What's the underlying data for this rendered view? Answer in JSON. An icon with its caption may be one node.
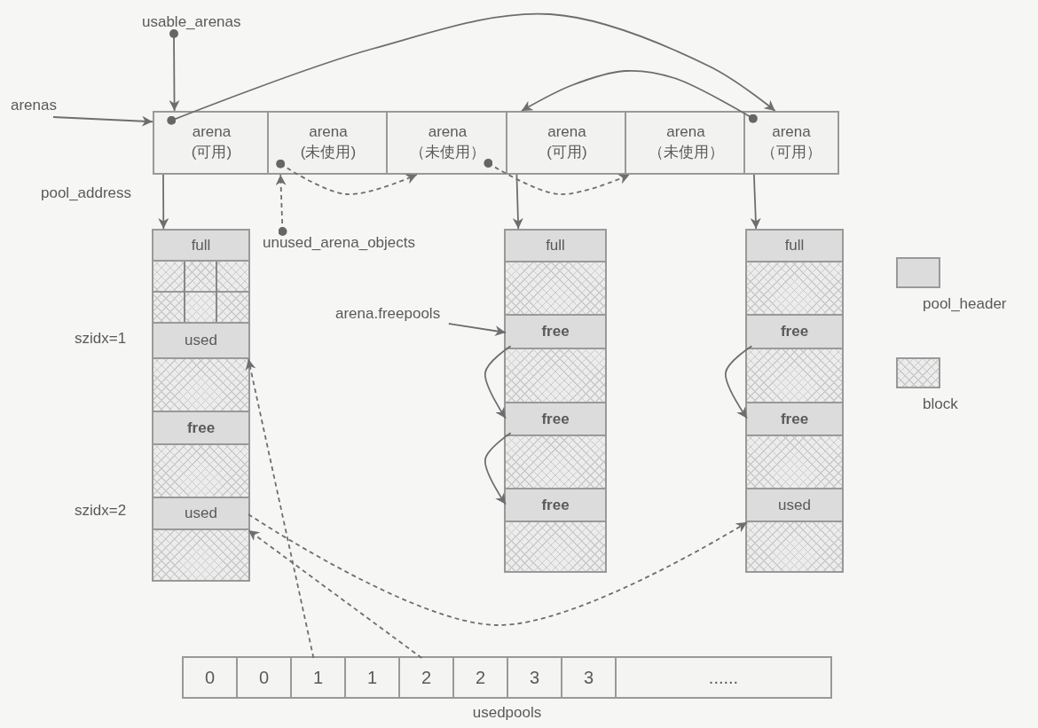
{
  "diagram": {
    "nodes": [
      {
        "text": [
          "usable_arenas"
        ]
      },
      {
        "text": [
          "arenas"
        ]
      },
      {
        "text": [
          "arena (可用)"
        ]
      },
      {
        "text": [
          "arena (未使用)"
        ]
      },
      {
        "text": [
          "arena （未使用）"
        ]
      },
      {
        "text": [
          "arena (可用)"
        ]
      },
      {
        "text": [
          "arena （未使用）"
        ]
      },
      {
        "text": [
          "arena （可用）"
        ]
      },
      {
        "text": [
          "unused_arena_objects"
        ]
      },
      {
        "text": [
          "arena.freepools"
        ]
      },
      {
        "text": [],
        "shape": "box"
      },
      {
        "text": [
          "full"
        ],
        "in": 10
      },
      {
        "text": [],
        "shape": "box",
        "in": 10
      },
      {
        "text": [
          "used"
        ],
        "in": 10,
        "beside": [
          "szidx=1"
        ]
      },
      {
        "text": [],
        "shape": "box",
        "in": 10
      },
      {
        "text": [
          "free"
        ],
        "in": 10
      },
      {
        "text": [],
        "shape": "box",
        "in": 10
      },
      {
        "text": [
          "used"
        ],
        "in": 10,
        "beside": [
          "szidx=2"
        ]
      },
      {
        "text": [],
        "shape": "box",
        "in": 10
      },
      {
        "text": [],
        "shape": "box"
      },
      {
        "text": [
          "full"
        ],
        "in": 19
      },
      {
        "text": [],
        "shape": "box",
        "in": 19
      },
      {
        "text": [
          "free"
        ],
        "in": 19
      },
      {
        "text": [],
        "shape": "box",
        "in": 19
      },
      {
        "text": [
          "free"
        ],
        "in": 19
      },
      {
        "text": [],
        "shape": "box",
        "in": 19
      },
      {
        "text": [
          "free"
        ],
        "in": 19
      },
      {
        "text": [],
        "shape": "box",
        "in": 19
      },
      {
        "text": [],
        "shape": "box"
      },
      {
        "text": [
          "full"
        ],
        "in": 28
      },
      {
        "text": [],
        "shape": "box",
        "in": 28
      },
      {
        "text": [
          "free"
        ],
        "in": 28
      },
      {
        "text": [],
        "shape": "box",
        "in": 28
      },
      {
        "text": [
          "free"
        ],
        "in": 28
      },
      {
        "text": [],
        "shape": "box",
        "in": 28
      },
      {
        "text": [
          "used"
        ],
        "in": 28
      },
      {
        "text": [],
        "shape": "box",
        "in": 28
      },
      {
        "text": [
          "usedpools"
        ]
      },
      {
        "text": [
          "0"
        ],
        "in": 37
      },
      {
        "text": [
          "0"
        ],
        "in": 37
      },
      {
        "text": [
          "1"
        ],
        "in": 37
      },
      {
        "text": [
          "1"
        ],
        "in": 37
      },
      {
        "text": [
          "2"
        ],
        "in": 37
      },
      {
        "text": [
          "2"
        ],
        "in": 37
      },
      {
        "text": [
          "3"
        ],
        "in": 37
      },
      {
        "text": [
          "3"
        ],
        "in": 37
      },
      {
        "text": [
          "......"
        ],
        "in": 37
      }
    ],
    "edges": [
      {
        "from": 0,
        "to": 2,
        "arrow": "to"
      },
      {
        "from": 1,
        "to": 2,
        "arrow": "to"
      },
      {
        "from": 2,
        "to": 7,
        "arrow": "to"
      },
      {
        "from": 7,
        "to": 5,
        "arrow": "to"
      },
      {
        "from": 3,
        "to": 4,
        "arrow": "to",
        "style": "dashed"
      },
      {
        "from": 4,
        "to": 6,
        "arrow": "to",
        "style": "dashed"
      },
      {
        "from": 8,
        "to": 3,
        "arrow": "to",
        "style": "dashed"
      },
      {
        "from": 2,
        "to": 10,
        "arrow": "to",
        "label": "pool_address"
      },
      {
        "from": 5,
        "to": 19,
        "arrow": "to"
      },
      {
        "from": 7,
        "to": 28,
        "arrow": "to"
      },
      {
        "from": 9,
        "to": 22,
        "arrow": "to"
      },
      {
        "from": 22,
        "to": 24,
        "arrow": "to"
      },
      {
        "from": 24,
        "to": 26,
        "arrow": "to"
      },
      {
        "from": 31,
        "to": 33,
        "arrow": "to"
      },
      {
        "from": 40,
        "to": 13,
        "arrow": "to",
        "style": "dashed"
      },
      {
        "from": 42,
        "to": 17,
        "arrow": "to",
        "style": "dashed"
      },
      {
        "from": 17,
        "to": 35,
        "arrow": "to",
        "style": "dashed"
      }
    ],
    "legend": [
      {
        "text": "pool_header",
        "color": "#dcdcdc"
      },
      {
        "text": "block"
      }
    ]
  }
}
